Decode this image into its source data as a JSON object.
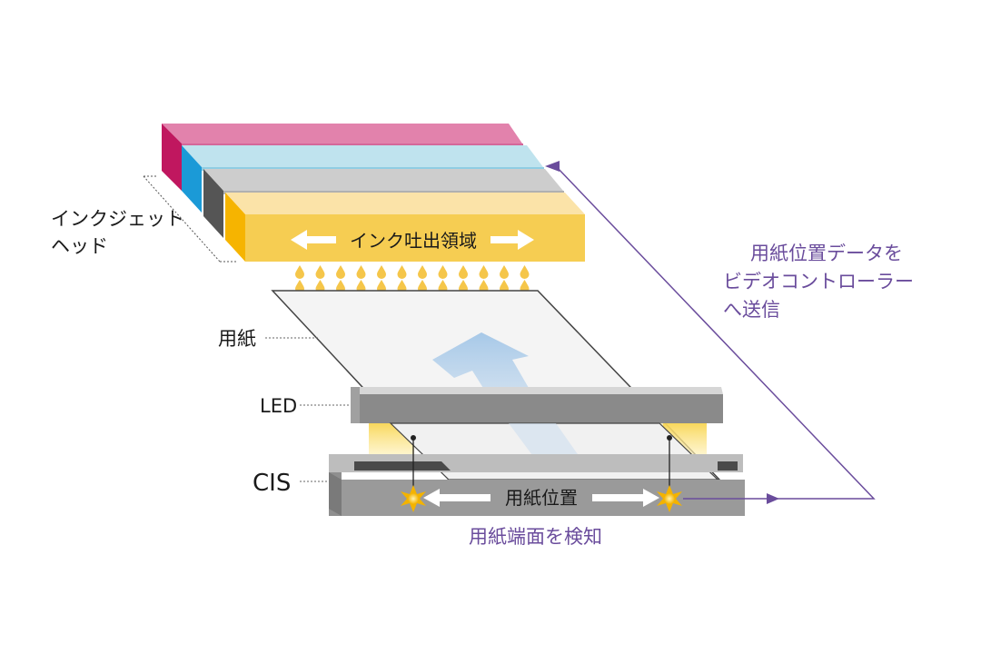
{
  "labels": {
    "inkjet_head_line1": "インクジェット",
    "inkjet_head_line2": "ヘッド",
    "ink_ejection_area": "インク吐出領域",
    "paper": "用紙",
    "led": "LED",
    "cis": "CIS",
    "paper_position": "用紙位置",
    "detect_paper_edge": "用紙端面を検知",
    "send_line1": "用紙位置データを",
    "send_line2": "ビデオコントローラー",
    "send_line3": "へ送信"
  },
  "colors": {
    "magenta_head": "#e282ac",
    "magenta_side": "#c0175f",
    "cyan_head": "#bfe3ee",
    "cyan_side": "#1b9ad7",
    "gray_head": "#c8c8c8",
    "gray_side": "#555555",
    "yellow_head": "#f6cd52",
    "yellow_side": "#f6b400",
    "annotation_purple": "#6a4c9c",
    "flow_arrow_blue": "#9fc4e6"
  }
}
